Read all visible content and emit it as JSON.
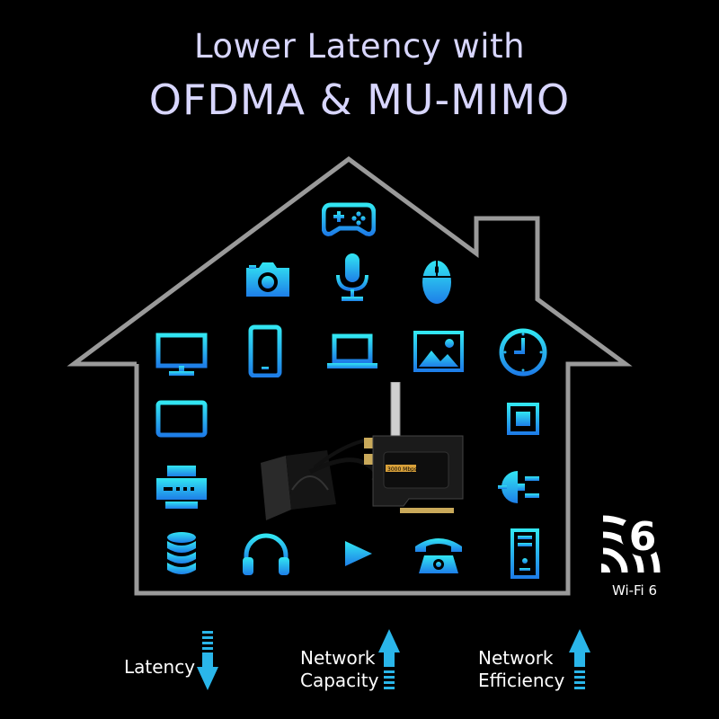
{
  "header": {
    "line1": "Lower Latency with",
    "line2": "OFDMA & MU-MIMO"
  },
  "colors": {
    "icon_top": "#32e6f2",
    "icon_bottom": "#1e7ee8",
    "house_outline": "#9a9a9a",
    "title": "#d8d6ff"
  },
  "icons": [
    "gamepad-icon",
    "camera-icon",
    "microphone-icon",
    "mouse-icon",
    "monitor-icon",
    "phone-icon",
    "laptop-icon",
    "picture-icon",
    "clock-icon",
    "tablet-icon",
    "chip-icon",
    "printer-icon",
    "plug-icon",
    "database-icon",
    "headphones-icon",
    "play-icon",
    "telephone-icon",
    "pc-tower-icon"
  ],
  "product": {
    "card_label": "3000 Mbps"
  },
  "badge": {
    "number": "6",
    "label": "Wi-Fi 6"
  },
  "metrics": [
    {
      "line1": "Latency",
      "line2": "",
      "direction": "down"
    },
    {
      "line1": "Network",
      "line2": "Capacity",
      "direction": "up"
    },
    {
      "line1": "Network",
      "line2": "Efficiency",
      "direction": "up"
    }
  ]
}
